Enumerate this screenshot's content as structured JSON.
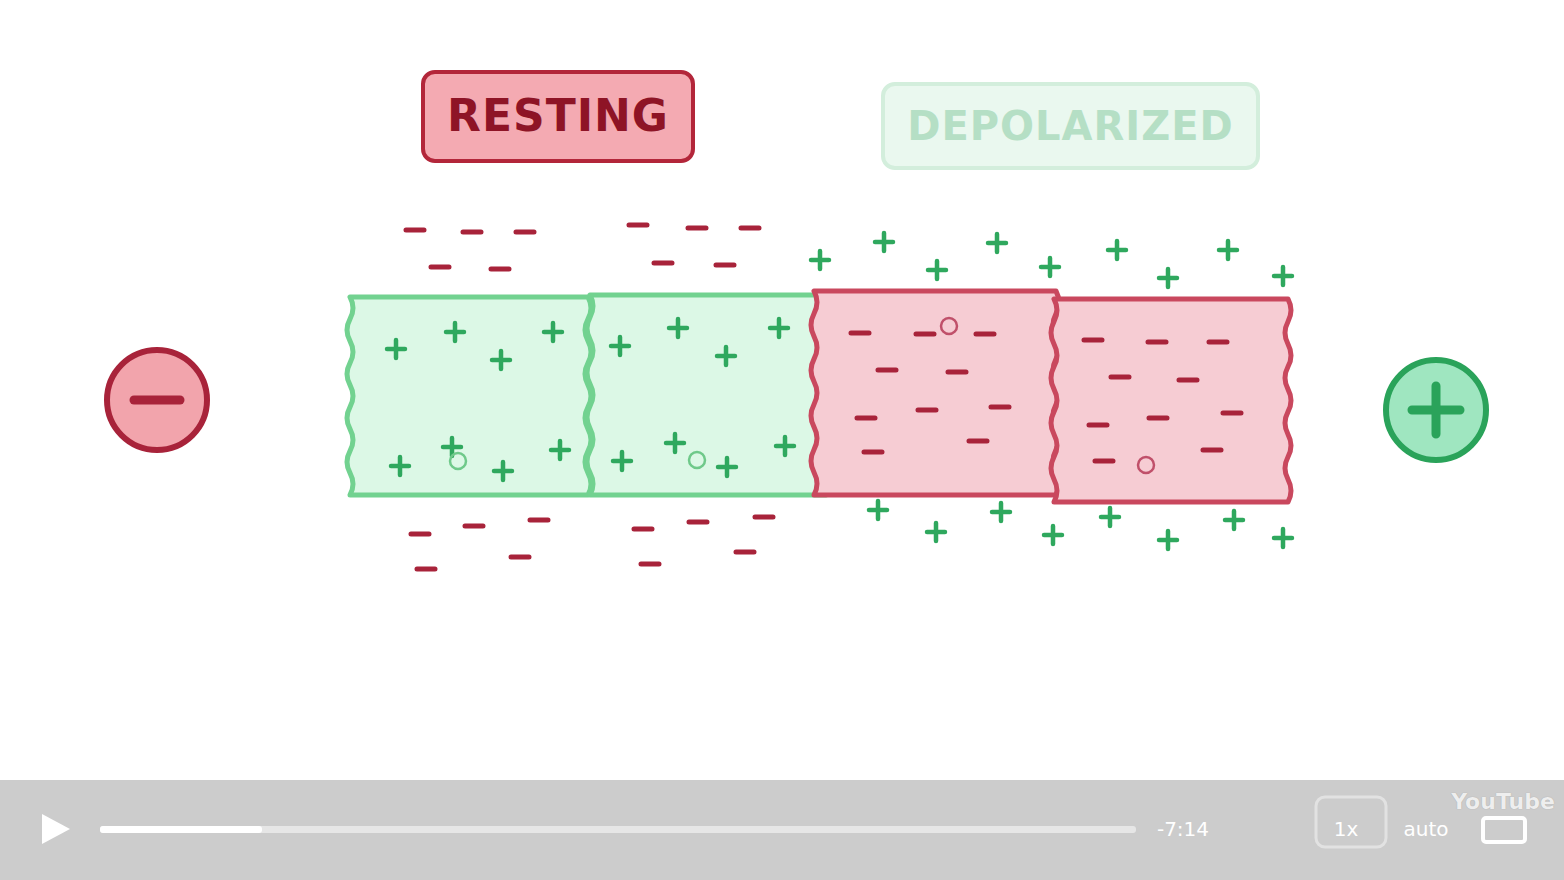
{
  "diagram": {
    "nodes": [
      {
        "text": [
          "RESTING"
        ]
      },
      {
        "text": [
          "DEPOLARIZED"
        ]
      }
    ],
    "labels": [
      "-7:14",
      "1x",
      "auto",
      "YouTube"
    ]
  }
}
